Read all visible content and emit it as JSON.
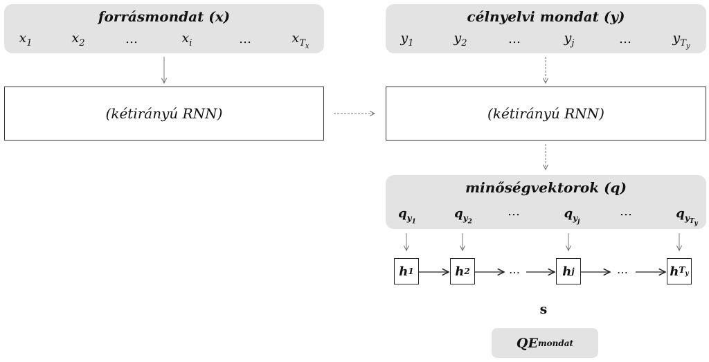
{
  "source": {
    "title": "forrásmondat (x)",
    "tokens": [
      {
        "base": "x",
        "sub": "1",
        "subsub": ""
      },
      {
        "base": "x",
        "sub": "2",
        "subsub": ""
      },
      {
        "base": "…",
        "sub": "",
        "subsub": ""
      },
      {
        "base": "x",
        "sub": "i",
        "subsub": ""
      },
      {
        "base": "…",
        "sub": "",
        "subsub": ""
      },
      {
        "base": "x",
        "sub": "T",
        "subsub": "x"
      }
    ],
    "rnn_label": "(kétirányú RNN)"
  },
  "target": {
    "title": "célnyelvi mondat (y)",
    "tokens": [
      {
        "base": "y",
        "sub": "1",
        "subsub": ""
      },
      {
        "base": "y",
        "sub": "2",
        "subsub": ""
      },
      {
        "base": "…",
        "sub": "",
        "subsub": ""
      },
      {
        "base": "y",
        "sub": "j",
        "subsub": ""
      },
      {
        "base": "…",
        "sub": "",
        "subsub": ""
      },
      {
        "base": "y",
        "sub": "T",
        "subsub": "y"
      }
    ],
    "rnn_label": "(kétirányú RNN)"
  },
  "quality": {
    "title": "minőségvektorok (q)",
    "vectors": [
      {
        "base": "q",
        "sub": "y",
        "subsub": "1",
        "subsubsub": ""
      },
      {
        "base": "q",
        "sub": "y",
        "subsub": "2",
        "subsubsub": ""
      },
      {
        "base": "…",
        "sub": "",
        "subsub": "",
        "subsubsub": ""
      },
      {
        "base": "q",
        "sub": "y",
        "subsub": "j",
        "subsubsub": ""
      },
      {
        "base": "…",
        "sub": "",
        "subsub": "",
        "subsubsub": ""
      },
      {
        "base": "q",
        "sub": "y",
        "subsub": "T",
        "subsubsub": "y"
      }
    ]
  },
  "hidden": {
    "states": [
      {
        "base": "h",
        "sub": "1",
        "subsub": ""
      },
      {
        "base": "h",
        "sub": "2",
        "subsub": ""
      },
      {
        "base": "h",
        "sub": "j",
        "subsub": ""
      },
      {
        "base": "h",
        "sub": "T",
        "subsub": "y"
      }
    ],
    "dots": [
      "…",
      "…"
    ]
  },
  "summary": {
    "s_label": "s",
    "qe_base": "QE",
    "qe_sub": "mondat"
  }
}
